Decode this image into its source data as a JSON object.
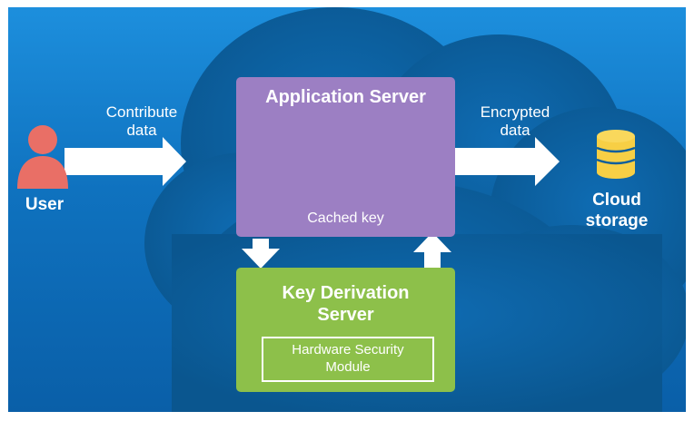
{
  "diagram": {
    "user": {
      "label": "User",
      "icon": "user-icon",
      "color": "#e96f66"
    },
    "contribute_arrow": {
      "line1": "Contribute",
      "line2": "data"
    },
    "app_server": {
      "title": "Application Server",
      "key_label": "Cached key",
      "icon": "key-icon",
      "color": "#9c7fc3",
      "key_color": "#f4e27a"
    },
    "key_derivation_server": {
      "line1": "Key Derivation",
      "line2": "Server",
      "color": "#8dc04a",
      "hsm": {
        "line1": "Hardware Security",
        "line2": "Module"
      }
    },
    "encrypted_arrow": {
      "line1": "Encrypted",
      "line2": "data"
    },
    "cloud_storage": {
      "line1": "Cloud",
      "line2": "storage",
      "icon": "database-icon",
      "color": "#f7cf45"
    },
    "background": {
      "sky": "#1182d4",
      "cloud": "#0c5e9d"
    }
  }
}
